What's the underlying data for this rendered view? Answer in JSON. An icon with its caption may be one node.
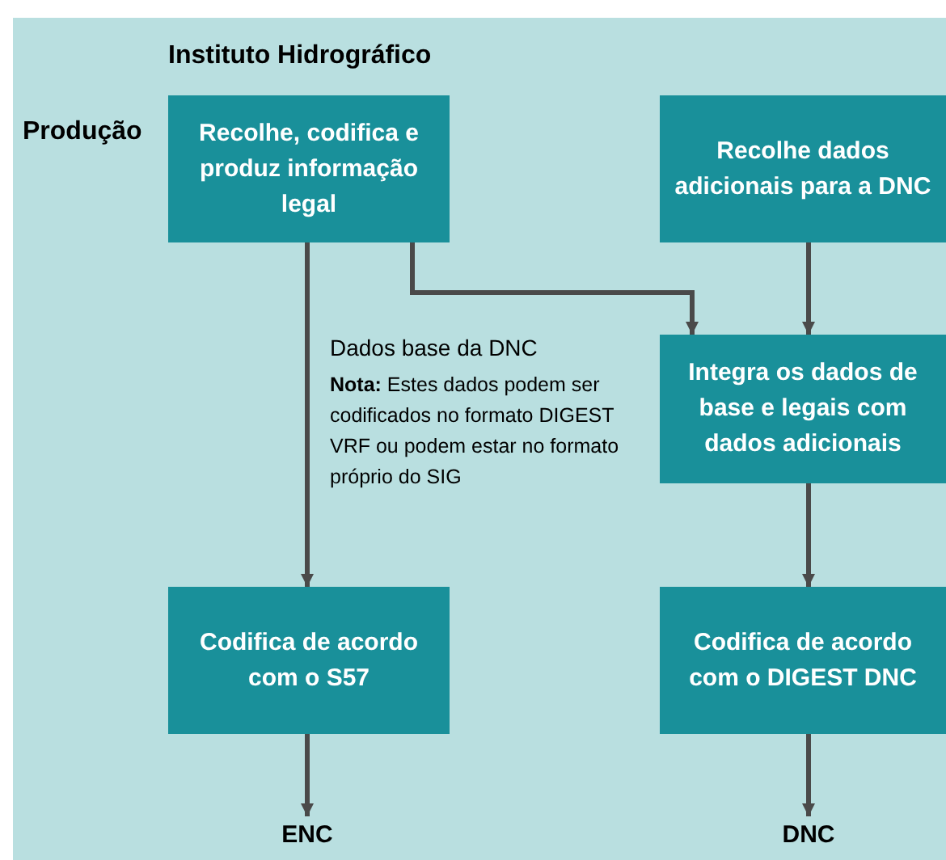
{
  "diagram": {
    "title": "Instituto Hidrográfico",
    "nodes": [
      {
        "text": [
          "Recolhe, codifica e produz informação legal"
        ]
      },
      {
        "text": [
          "Recolhe dados adicionais para a DNC"
        ]
      },
      {
        "text": [
          "Integra os dados de base e legais com dados adicionais"
        ]
      },
      {
        "text": [
          "Codifica de acordo com o S57"
        ]
      },
      {
        "text": [
          "Codifica de acordo com o DIGEST DNC"
        ]
      },
      {
        "text": [
          "ENC"
        ]
      },
      {
        "text": [
          "DNC"
        ]
      }
    ],
    "edges": [
      {
        "from": 0,
        "to": 3,
        "arrow": "to",
        "label": "Dados base da DNC"
      },
      {
        "from": 0,
        "to": 2,
        "arrow": "to"
      },
      {
        "from": 1,
        "to": 2,
        "arrow": "to"
      },
      {
        "from": 2,
        "to": 4,
        "arrow": "to"
      },
      {
        "from": 3,
        "to": 5,
        "arrow": "to"
      },
      {
        "from": 4,
        "to": 6,
        "arrow": "to"
      }
    ],
    "labels": [
      "Produção",
      "**Nota:** Estes dados podem ser codificados no formato DIGEST VRF ou podem estar no formato próprio do SIG"
    ]
  }
}
